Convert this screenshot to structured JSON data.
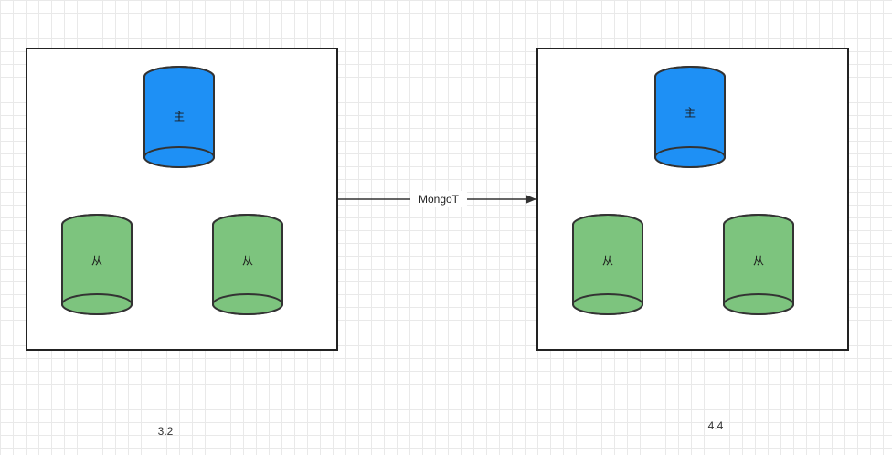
{
  "colors": {
    "primary_fill": "#1e90f5",
    "secondary_fill": "#7dc47e",
    "outline": "#333333",
    "edge": "#333333"
  },
  "clusters": [
    {
      "version": "3.2",
      "primary": {
        "label": "主",
        "icon": "database-cylinder-icon"
      },
      "secondaries": [
        {
          "label": "从",
          "icon": "database-cylinder-icon"
        },
        {
          "label": "从",
          "icon": "database-cylinder-icon"
        }
      ]
    },
    {
      "version": "4.4",
      "primary": {
        "label": "主",
        "icon": "database-cylinder-icon"
      },
      "secondaries": [
        {
          "label": "从",
          "icon": "database-cylinder-icon"
        },
        {
          "label": "从",
          "icon": "database-cylinder-icon"
        }
      ]
    }
  ],
  "edge": {
    "label": "MongoT",
    "direction": "left-to-right"
  }
}
